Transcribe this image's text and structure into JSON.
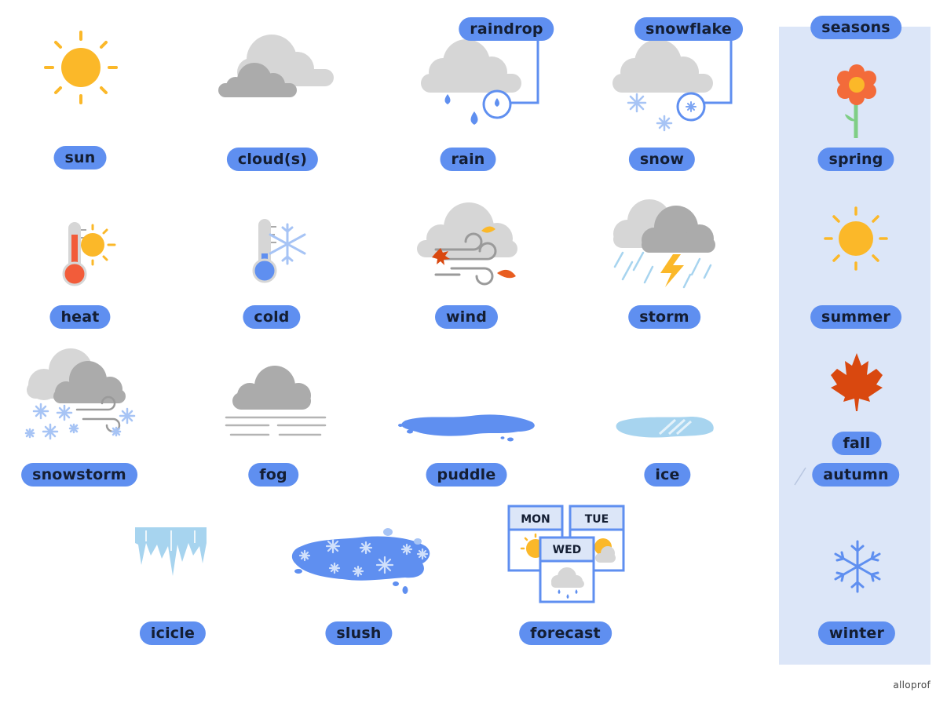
{
  "labels": {
    "sun": "sun",
    "clouds": "cloud(s)",
    "rain": "rain",
    "raindrop": "raindrop",
    "snow": "snow",
    "snowflake": "snowflake",
    "heat": "heat",
    "cold": "cold",
    "wind": "wind",
    "storm": "storm",
    "snowstorm": "snowstorm",
    "fog": "fog",
    "puddle": "puddle",
    "ice": "ice",
    "icicle": "icicle",
    "slush": "slush",
    "forecast": "forecast"
  },
  "seasons": {
    "title": "seasons",
    "spring": "spring",
    "summer": "summer",
    "fall": "fall",
    "autumn": "autumn",
    "winter": "winter"
  },
  "calendar": {
    "day1": "MON",
    "day2": "TUE",
    "day3": "WED"
  },
  "brand": "alloprof",
  "colors": {
    "label_bg": "#5f8ff0",
    "panel_bg": "#dce6f8",
    "sun": "#fbb829",
    "cloud_light": "#d6d6d6",
    "cloud_dark": "#ababab",
    "blue": "#5f8ff0",
    "ice_blue": "#a7d4ef",
    "leaf": "#d9480f",
    "flower": "#f36b3a"
  }
}
